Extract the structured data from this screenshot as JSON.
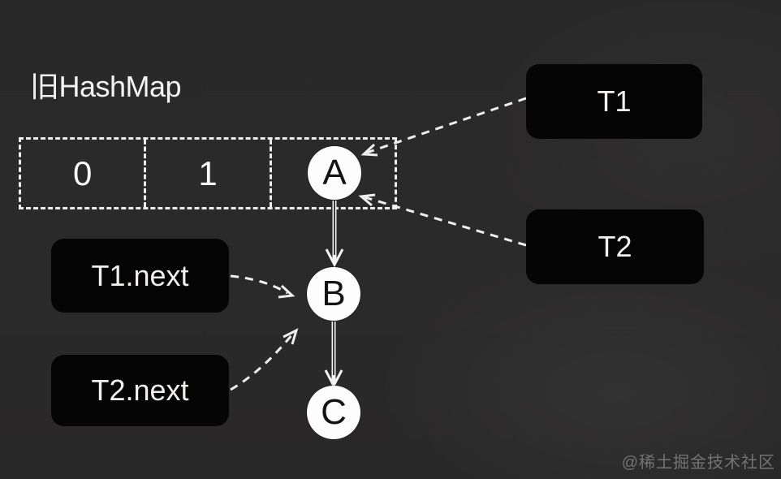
{
  "title": "旧HashMap",
  "bucket_array": {
    "cells": [
      "0",
      "1",
      ""
    ]
  },
  "list_nodes": [
    "A",
    "B",
    "C"
  ],
  "thread_pointers": {
    "t1": "T1",
    "t2": "T2",
    "t1_next": "T1.next",
    "t2_next": "T2.next"
  },
  "watermark": "@稀土掘金技术社区",
  "colors": {
    "background": "#2b2a2a",
    "box_fill": "#050505",
    "node_fill": "#fdfdfd",
    "light_text": "#f2f0ee",
    "dark_text": "#141414",
    "dashed_stroke": "#ececec",
    "arrow_stroke": "#f2f2f2",
    "watermark_text": "#747474"
  }
}
